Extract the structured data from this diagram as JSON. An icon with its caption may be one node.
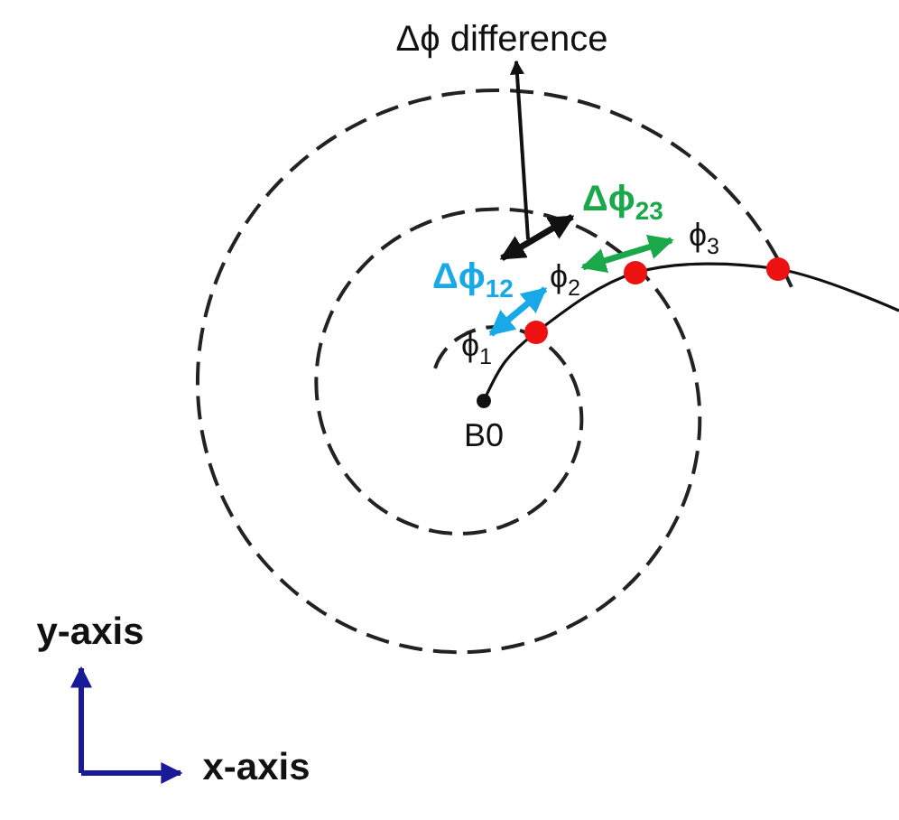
{
  "diagram": {
    "nodes": [
      {
        "text": [
          "Δϕ difference"
        ]
      },
      {
        "text": [],
        "shape": "arrow"
      }
    ],
    "edges": [
      {
        "from": 1,
        "to": 0,
        "arrow": "to"
      }
    ],
    "labels": [
      "Δϕ$_{23}$",
      "ϕ$_{3}$",
      "Δϕ$_{12}$",
      "ϕ$_{2}$",
      "ϕ$_{1}$",
      "B0",
      "y-axis",
      "x-axis"
    ]
  }
}
